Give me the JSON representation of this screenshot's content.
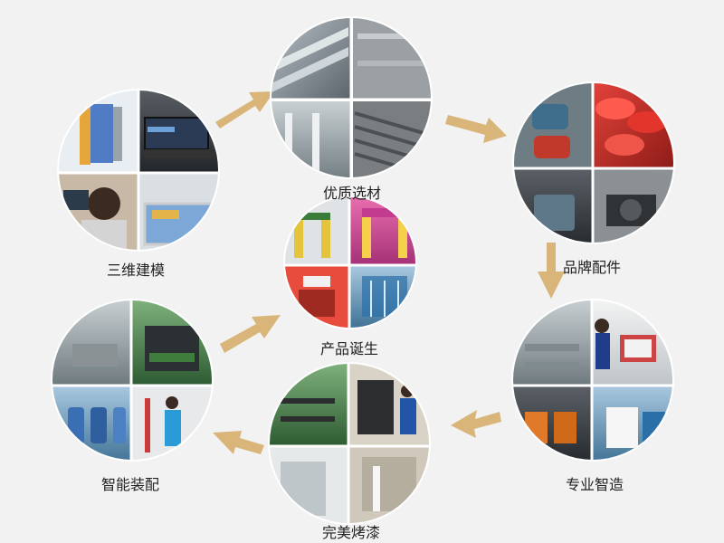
{
  "steps": [
    {
      "label": "三维建模",
      "icon": "3d-modeling-photo-icon"
    },
    {
      "label": "优质选材",
      "icon": "material-photo-icon"
    },
    {
      "label": "品牌配件",
      "icon": "brand-parts-photo-icon"
    },
    {
      "label": "专业智造",
      "icon": "manufacturing-photo-icon"
    },
    {
      "label": "完美烤漆",
      "icon": "painting-photo-icon"
    },
    {
      "label": "智能装配",
      "icon": "assembly-photo-icon"
    },
    {
      "label": "产品诞生",
      "icon": "product-photo-icon"
    }
  ],
  "colors": {
    "arrow": "#d9b57a",
    "background": "#f2f2f2",
    "circle_border": "#ffffff"
  }
}
